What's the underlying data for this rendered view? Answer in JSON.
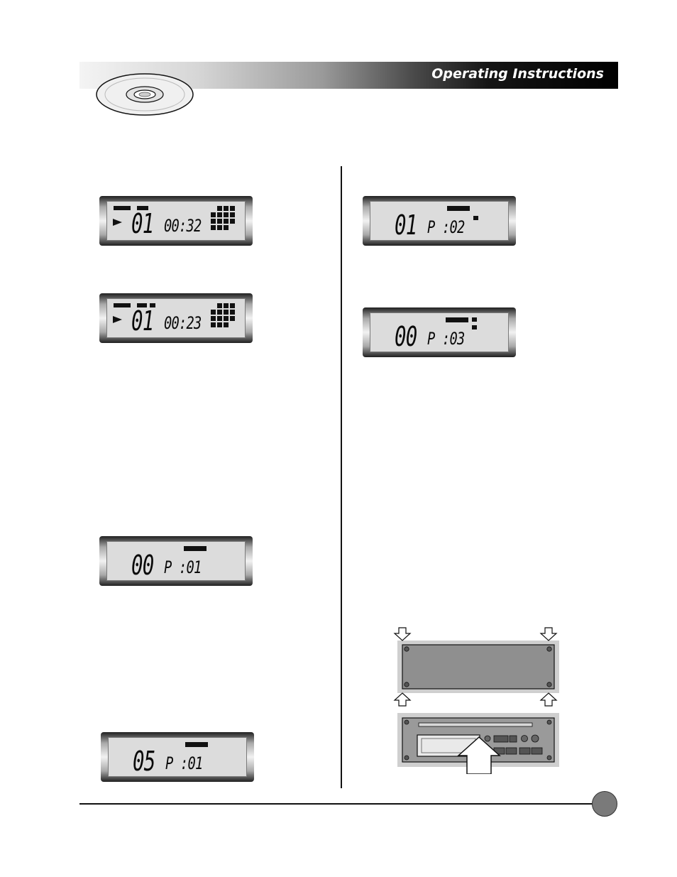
{
  "header": {
    "title": "Operating Instructions"
  },
  "displays": [
    {
      "id": "lcd-1",
      "track": "01",
      "time": "00:32"
    },
    {
      "id": "lcd-2",
      "track": "01",
      "time": "00:23"
    },
    {
      "id": "lcd-3",
      "track": "00",
      "program": "P :01"
    },
    {
      "id": "lcd-4",
      "track": "05",
      "program": "P :01"
    },
    {
      "id": "lcd-5",
      "track": "01",
      "program": "P :02"
    },
    {
      "id": "lcd-6",
      "track": "00",
      "program": "P :03"
    }
  ],
  "colors": {
    "header_dark": "#000000",
    "header_light": "#f4f4f4",
    "lcd_screen": "#dcdcdc",
    "page_circle": "#7a7a7a",
    "panel_gray": "#9a9a9a"
  },
  "icons": [
    "cd-disc-icon",
    "play-indicator-icon",
    "arrow-down-icon",
    "arrow-up-icon",
    "screw-icon"
  ]
}
